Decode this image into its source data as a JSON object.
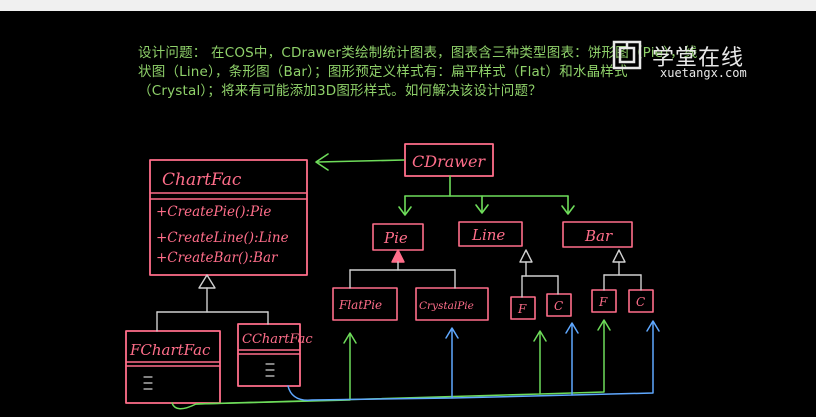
{
  "question": {
    "text": "设计问题： 在COS中，CDrawer类绘制统计图表，图表含三种类型图表：饼形图（Pie），线状图（Line），条形图（Bar）；图形预定义样式有：扁平样式（Flat）和水晶样式（Crystal）；将来有可能添加3D图形样式。如何解决该设计问题？"
  },
  "watermark": {
    "cn": "学堂在线",
    "en": "xuetangx.com"
  },
  "diagram": {
    "chart_fac": {
      "title": "ChartFac",
      "methods": [
        "+CreatePie():Pie",
        "+CreateLine():Line",
        "+CreateBar():Bar"
      ]
    },
    "cdrawer": {
      "title": "CDrawer"
    },
    "pie": {
      "title": "Pie"
    },
    "line": {
      "title": "Line"
    },
    "bar": {
      "title": "Bar"
    },
    "flat_pie": {
      "title": "FlatPie"
    },
    "crystal_pie": {
      "title": "CrystalPie"
    },
    "line_f": {
      "title": "F"
    },
    "line_c": {
      "title": "C"
    },
    "bar_f": {
      "title": "F"
    },
    "bar_c": {
      "title": "C"
    },
    "fchart_fac": {
      "title": "FChartFac"
    },
    "cchart_fac": {
      "title": "CChartFac"
    }
  },
  "colors": {
    "background": "#000000",
    "question_text": "#8fd16a",
    "pink_stroke": "#ff6e8a",
    "green_stroke": "#6edc5a",
    "blue_stroke": "#5fa8ff",
    "white_stroke": "#d0d0d0"
  }
}
